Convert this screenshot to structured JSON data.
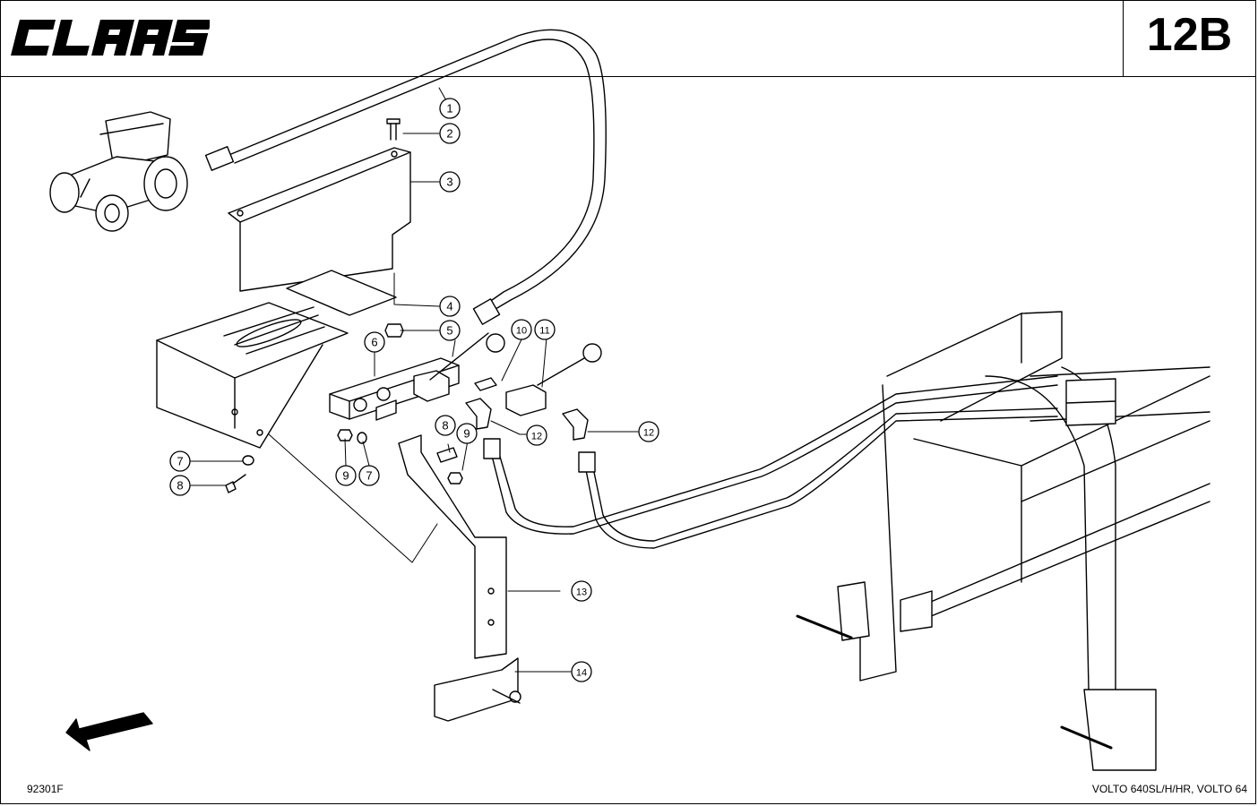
{
  "header": {
    "brand": "CLAAS",
    "page_number": "12B"
  },
  "footer": {
    "drawing_number": "92301F",
    "model": "VOLTO 640SL/H/HR, VOLTO 64"
  },
  "callouts": [
    "1",
    "2",
    "3",
    "4",
    "5",
    "6",
    "7",
    "7",
    "8",
    "8",
    "9",
    "9",
    "10",
    "11",
    "12",
    "12",
    "13",
    "14"
  ],
  "icons": {
    "tractor": "tractor-icon",
    "direction": "direction-arrow-icon"
  }
}
